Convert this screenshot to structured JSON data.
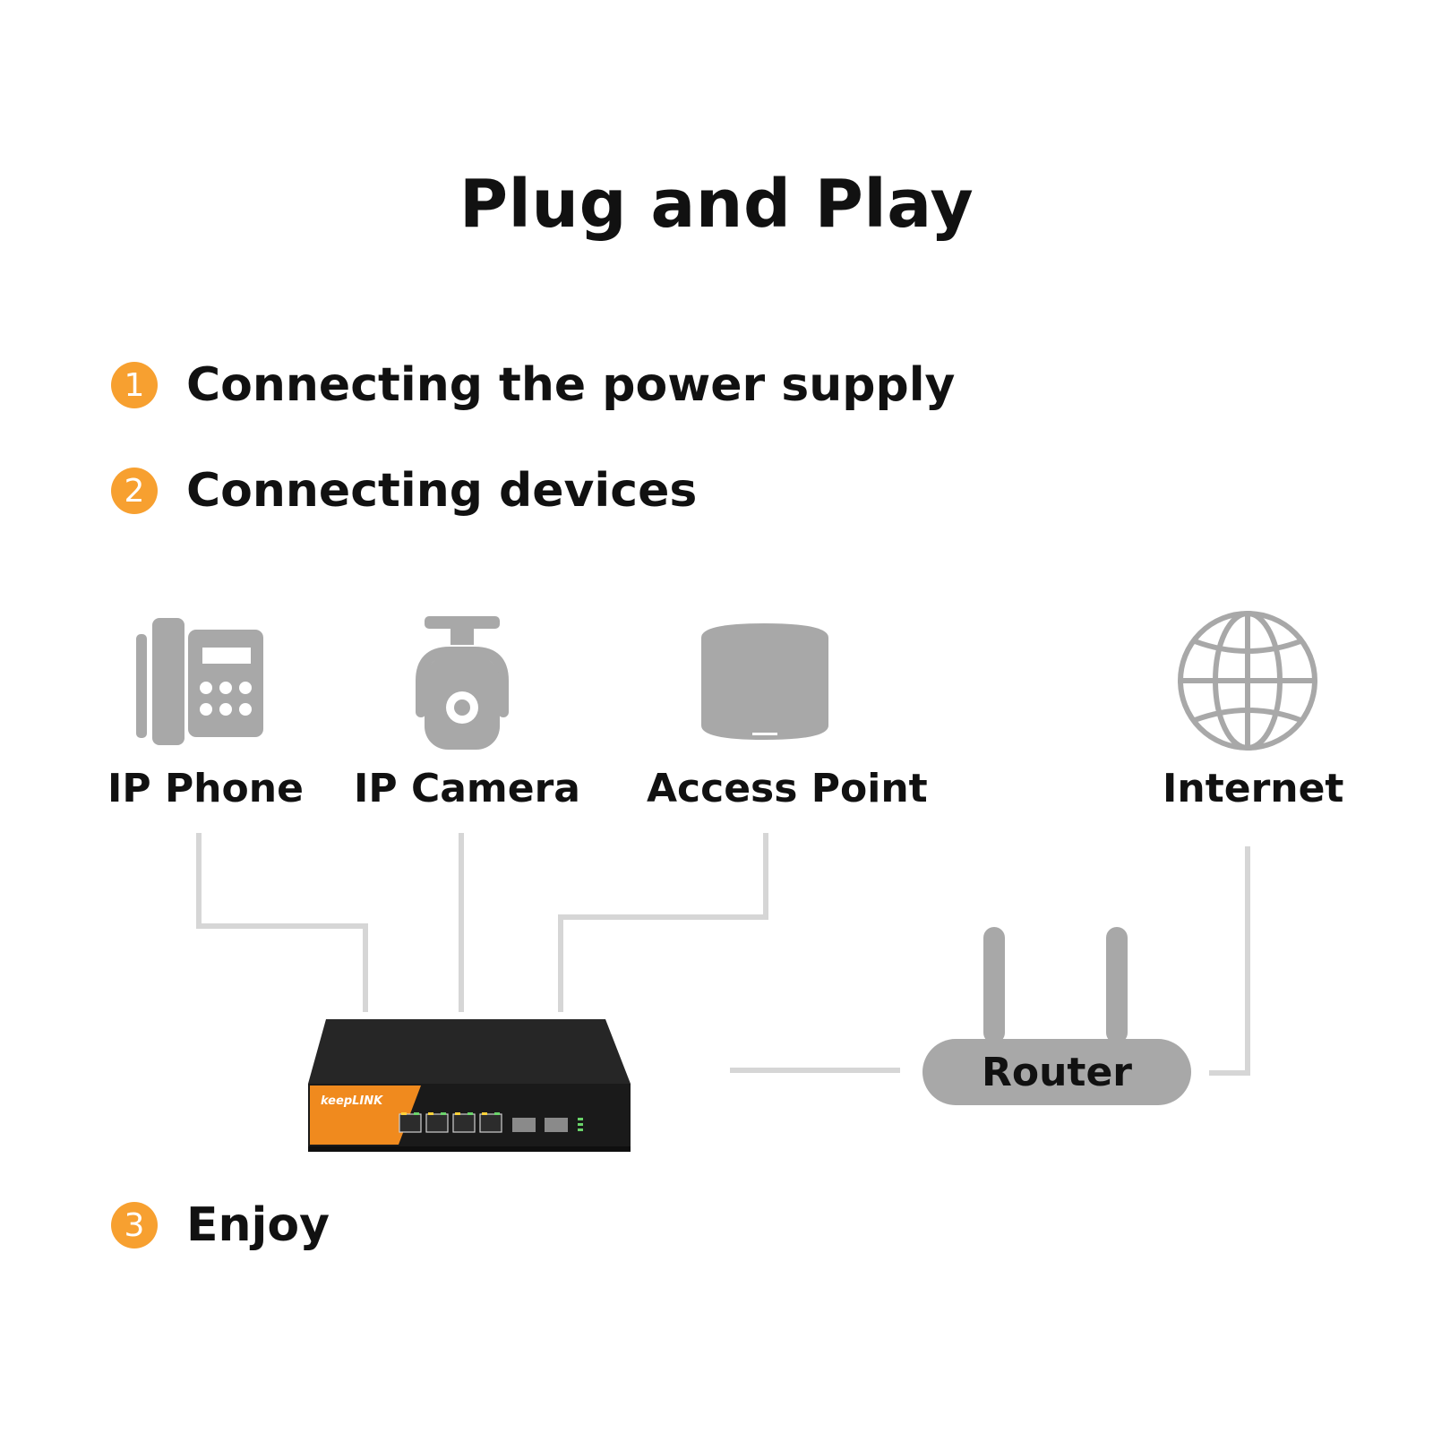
{
  "title": "Plug and Play",
  "steps": [
    {
      "number": "1",
      "text": "Connecting the power supply"
    },
    {
      "number": "2",
      "text": "Connecting devices"
    },
    {
      "number": "3",
      "text": "Enjoy"
    }
  ],
  "devices": {
    "ip_phone": {
      "label": "IP Phone",
      "icon": "phone-icon"
    },
    "ip_camera": {
      "label": "IP Camera",
      "icon": "camera-icon"
    },
    "access_point": {
      "label": "Access Point",
      "icon": "access-point-icon"
    },
    "internet": {
      "label": "Internet",
      "icon": "globe-icon"
    }
  },
  "router": {
    "label": "Router",
    "icon": "router-icon"
  },
  "switch": {
    "brand": "keepLINK",
    "icon": "switch-icon"
  },
  "colors": {
    "accent": "#F7A030",
    "icon_gray": "#A8A8A8",
    "line_gray": "#D6D6D6",
    "text": "#111111"
  }
}
